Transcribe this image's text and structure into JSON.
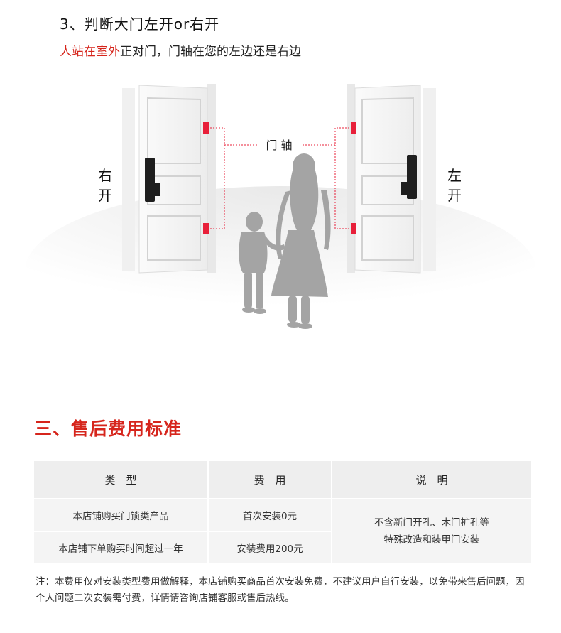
{
  "step": {
    "title": "3、判断大门左开or右开"
  },
  "subtitle": {
    "highlight": "人站在室外",
    "rest": "正对门，门轴在您的左边还是右边"
  },
  "illustration": {
    "left_label_line1": "右",
    "left_label_line2": "开",
    "right_label_line1": "左",
    "right_label_line2": "开",
    "hinge_label": "门 轴",
    "colors": {
      "hinge": "#e8203a",
      "silhouette": "#a4a4a4",
      "door": "#f5f5f5",
      "lock": "#1e1e1e"
    }
  },
  "section": {
    "title": "三、售后费用标准"
  },
  "table": {
    "headers": [
      "类　型",
      "费　用",
      "说　明"
    ],
    "rows": [
      {
        "type": "本店铺购买门锁类产品",
        "fee": "首次安装0元"
      },
      {
        "type": "本店铺下单购买时间超过一年",
        "fee": "安装费用200元"
      }
    ],
    "description_line1": "不含新门开孔、木门扩孔等",
    "description_line2": "特殊改造和装甲门安装"
  },
  "note": {
    "text": "注：本费用仅对安装类型费用做解释，本店铺购买商品首次安装免费，不建议用户自行安装，以免带来售后问题，因个人问题二次安装需付费，详情请咨询店铺客服或售后热线。"
  },
  "colors": {
    "accent": "#d6251c"
  }
}
